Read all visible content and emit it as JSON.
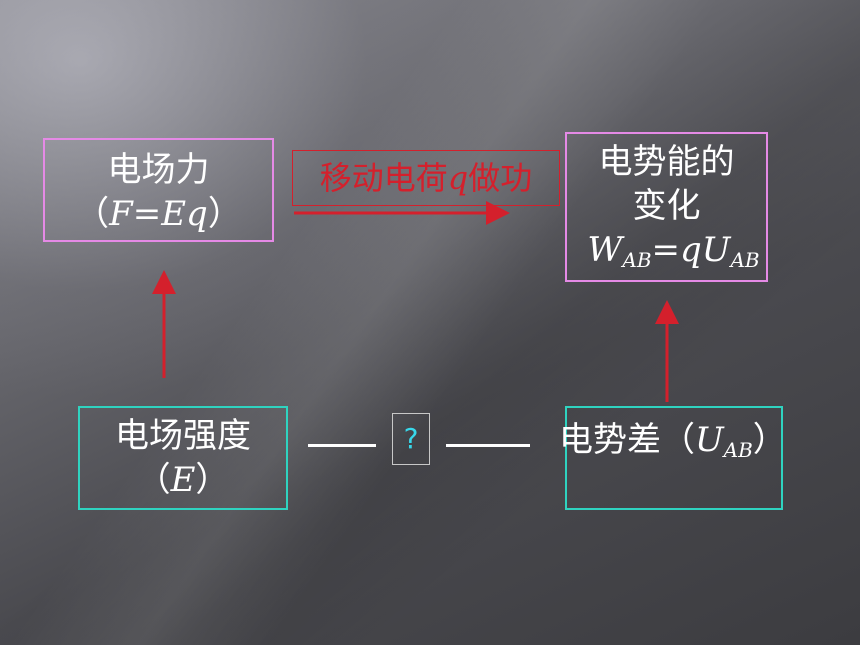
{
  "diagram": {
    "force_box": {
      "line1": "电场力",
      "line2_open": "（",
      "line2_formula": "F=Eq",
      "line2_close": "）"
    },
    "energy_box": {
      "line1": "电势能的",
      "line2": "变化",
      "formula_W": "W",
      "formula_W_sub": "AB",
      "formula_eq": "=qU",
      "formula_U_sub": "AB"
    },
    "intensity_box": {
      "line1": "电场强度",
      "line2_open": "（",
      "line2_symbol": "E",
      "line2_close": "）"
    },
    "potential_box": {
      "text": "电势差（",
      "symbol": "U",
      "symbol_sub": "AB",
      "close": "）"
    },
    "work_label": {
      "prefix": "移动电荷",
      "q": "q",
      "suffix": "做功"
    },
    "question_mark": "?",
    "colors": {
      "pink_border": "#e58ae6",
      "teal_border": "#2fd3c0",
      "arrow": "#d4202c",
      "question": "#38d8ea"
    }
  }
}
